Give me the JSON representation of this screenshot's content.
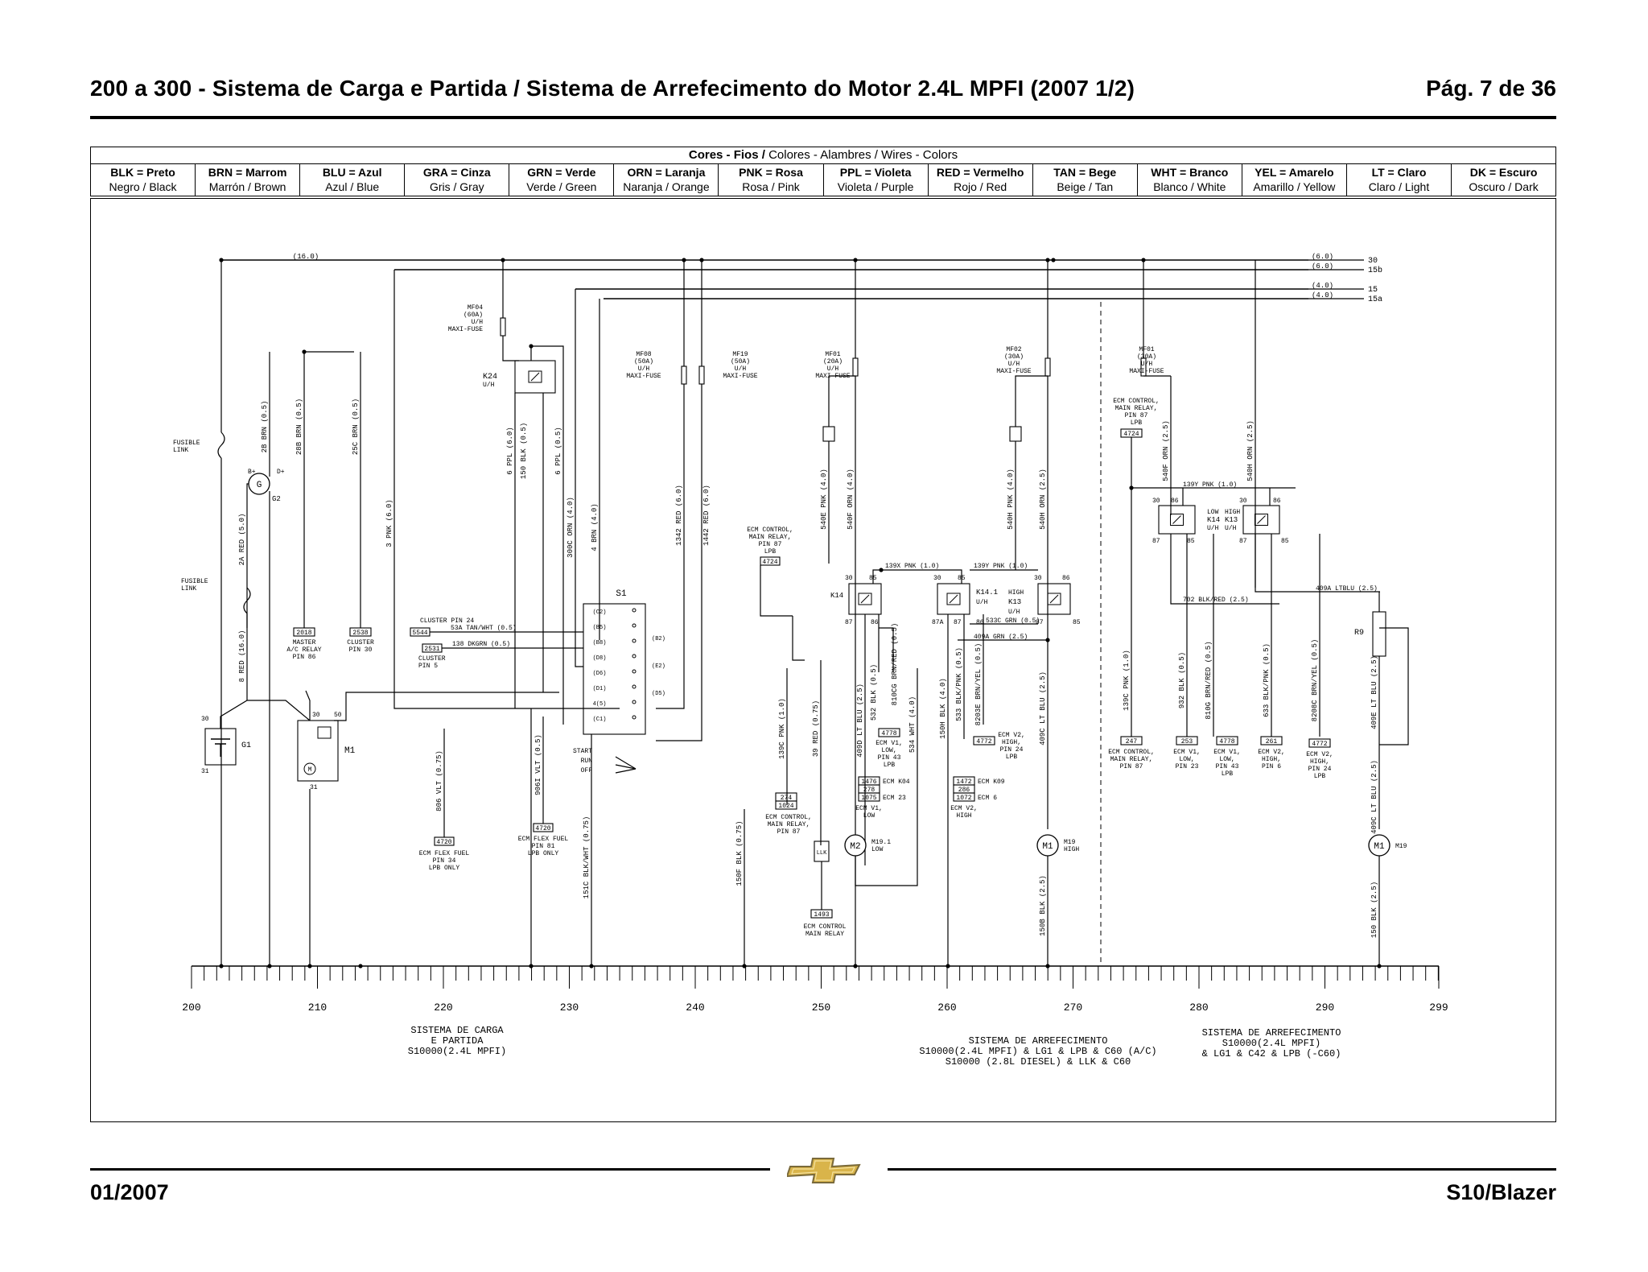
{
  "header": {
    "title": "200 a 300 - Sistema de Carga e Partida / Sistema de Arrefecimento do Motor 2.4L MPFI (2007 1/2)",
    "page": "Pág. 7 de 36"
  },
  "legend": {
    "caption_bold": "Cores - Fios /",
    "caption_rest": " Colores - Alambres / Wires - Colors",
    "colors": [
      {
        "code": "BLK = Preto",
        "alt": "Negro / Black"
      },
      {
        "code": "BRN = Marrom",
        "alt": "Marrón / Brown"
      },
      {
        "code": "BLU = Azul",
        "alt": "Azul / Blue"
      },
      {
        "code": "GRA = Cinza",
        "alt": "Gris / Gray"
      },
      {
        "code": "GRN = Verde",
        "alt": "Verde / Green"
      },
      {
        "code": "ORN = Laranja",
        "alt": "Naranja / Orange"
      },
      {
        "code": "PNK = Rosa",
        "alt": "Rosa / Pink"
      },
      {
        "code": "PPL = Violeta",
        "alt": "Violeta / Purple"
      },
      {
        "code": "RED = Vermelho",
        "alt": "Rojo / Red"
      },
      {
        "code": "TAN = Bege",
        "alt": "Beige / Tan"
      },
      {
        "code": "WHT = Branco",
        "alt": "Blanco / White"
      },
      {
        "code": "YEL = Amarelo",
        "alt": "Amarillo / Yellow"
      },
      {
        "code": "LT = Claro",
        "alt": "Claro / Light"
      },
      {
        "code": "DK = Escuro",
        "alt": "Oscuro / Dark"
      }
    ]
  },
  "diagram": {
    "buses": [
      {
        "label": "30",
        "wire": "(6.0)"
      },
      {
        "label": "15b",
        "wire": "(6.0)"
      },
      {
        "label": "15",
        "wire": "(4.0)"
      },
      {
        "label": "15a",
        "wire": "(4.0)"
      }
    ],
    "top_wire": "(16.0)",
    "fuses": {
      "mf04": [
        "MF04",
        "(60A)",
        "U/H",
        "MAXI-FUSE"
      ],
      "mf08": [
        "MF08",
        "(50A)",
        "U/H",
        "MAXI-FUSE"
      ],
      "mf19": [
        "MF19",
        "(50A)",
        "U/H",
        "MAXI-FUSE"
      ],
      "mf01a": [
        "MF01",
        "(20A)",
        "U/H",
        "MAXI-FUSE"
      ],
      "mf02": [
        "MF02",
        "(30A)",
        "U/H",
        "MAXI-FUSE"
      ],
      "mf01b": [
        "MF01",
        "(30A)",
        "U/H",
        "MAXI-FUSE"
      ]
    },
    "components": {
      "fusible1": [
        "FUSIBLE",
        "LINK"
      ],
      "fusible2": [
        "FUSIBLE",
        "LINK"
      ],
      "g2": "G2",
      "g1": "G1",
      "m1": "M1",
      "k24": [
        "K24",
        "U/H"
      ],
      "s1": "S1",
      "k14": "K14",
      "k14_1": [
        "K14.1",
        "U/H"
      ],
      "k13": [
        "HIGH",
        "K13",
        "U/H"
      ],
      "r9": "R9",
      "m2": [
        "M2",
        "M19.1",
        "LOW"
      ],
      "m1b": [
        "M1",
        "M19",
        "HIGH"
      ],
      "m1c": [
        "M1",
        "M19"
      ],
      "llk": "LLK",
      "switch": [
        "START",
        "RUN",
        "OFF"
      ]
    },
    "wires": [
      "2A RED (5.0)",
      "2B BRN (0.5)",
      "28B BRN (0.5)",
      "25C BRN (0.5)",
      "3 PNK (6.0)",
      "6 PPL (6.0)",
      "150 BLK (0.5)",
      "6 PPL (0.5)",
      "300C ORN (4.0)",
      "4 BRN (4.0)",
      "1342 RED (6.0)",
      "1442 RED (6.0)",
      "540E PNK (4.0)",
      "540F ORN (4.0)",
      "540H PNK (4.0)",
      "540H ORN (2.5)",
      "540F ORN (2.5)",
      "540H ORN (2.5)",
      "8 RED (16.0)",
      "806 VLT (0.75)",
      "906I VLT (0.5)",
      "151C BLK/WHT (0.75)",
      "150F BLK (0.75)",
      "139C PNK (1.0)",
      "39 RED (0.75)",
      "409D LT BLU (2.5)",
      "532 BLK (0.5)",
      "810CG BRN/RED (0.5)",
      "534 WHT (4.0)",
      "150H BLK (4.0)",
      "533 BLK/PNK (0.5)",
      "8203E BRN/YEL (0.5)",
      "409C LT BLU (2.5)",
      "150B BLK (2.5)",
      "139C PNK (1.0)",
      "932 BLK (0.5)",
      "810G BRN/RED (0.5)",
      "633 BLK/PNK (0.5)",
      "8208C BRN/YEL (0.5)",
      "409E LT BLU (2.5)",
      "409C LT BLU (2.5)",
      "150 BLK (2.5)",
      "139X PNK (1.0)",
      "139Y PNK (1.0)",
      "139Y PNK (1.0)",
      "533C GRN (0.5)",
      "409A GRN (2.5)",
      "409A LTBLU (2.5)",
      "702 BLK/RED (2.5)",
      "53A TAN/WHT (0.5)",
      "138 DKGRN (0.5)"
    ],
    "connectors": {
      "c2018": [
        "2018",
        "MASTER",
        "A/C RELAY",
        "PIN 86"
      ],
      "c2538": [
        "2538",
        "CLUSTER",
        "PIN 30"
      ],
      "c5544": [
        "5544",
        "CLUSTER PIN 24"
      ],
      "c2531": [
        "2531",
        "CLUSTER",
        "PIN 5"
      ],
      "c4720a": [
        "4720",
        "ECM FLEX FUEL",
        "PIN 34",
        "LPB ONLY"
      ],
      "c4720b": [
        "4720",
        "ECM FLEX FUEL",
        "PIN 81",
        "LPB ONLY"
      ],
      "c4724a": [
        "4724",
        "ECM CONTROL,",
        "MAIN RELAY,",
        "PIN 87",
        "LPB"
      ],
      "c274": [
        "274",
        "1024",
        "ECM CONTROL,",
        "MAIN RELAY,",
        "PIN 87"
      ],
      "c1493": [
        "1493",
        "ECM CONTROL",
        "MAIN RELAY"
      ],
      "c4778a": [
        "4778",
        "ECM V1,",
        "LOW,",
        "PIN 43",
        "LPB"
      ],
      "c1476": [
        "1476",
        "278",
        "1075",
        "ECM K04",
        "ECM 23",
        "ECM V1,",
        "LOW"
      ],
      "c4772a": [
        "4772",
        "ECM V2,",
        "HIGH,",
        "PIN 24",
        "LPB"
      ],
      "c1472": [
        "1472",
        "286",
        "1072",
        "ECM K09",
        "ECM 6",
        "ECM V2,",
        "HIGH"
      ],
      "c4724b": [
        "4724",
        "ECM CONTROL,",
        "MAIN RELAY,",
        "PIN 87",
        "LPB"
      ],
      "c247": [
        "247",
        "ECM CONTROL,",
        "MAIN RELAY,",
        "PIN 87"
      ],
      "c253": [
        "253",
        "ECM V1,",
        "LOW,",
        "PIN 23"
      ],
      "c4778b": [
        "4778",
        "ECM V1,",
        "LOW,",
        "PIN 43",
        "LPB"
      ],
      "c261": [
        "261",
        "ECM V2,",
        "HIGH,",
        "PIN 6"
      ],
      "c4772b": [
        "4772",
        "ECM V2,",
        "HIGH,",
        "PIN 24",
        "LPB"
      ]
    },
    "scale": {
      "labels": [
        "200",
        "210",
        "220",
        "230",
        "240",
        "250",
        "260",
        "270",
        "280",
        "290",
        "299"
      ]
    },
    "sections": {
      "charge": [
        "SISTEMA DE CARGA",
        "E PARTIDA",
        "S10000(2.4L MPFI)"
      ],
      "cooling1": [
        "SISTEMA DE ARREFECIMENTO",
        "S10000(2.4L MPFI) & LG1 & LPB & C60 (A/C)",
        "S10000 (2.8L DIESEL) & LLK & C60"
      ],
      "cooling2": [
        "SISTEMA DE ARREFECIMENTO",
        "S10000(2.4L MPFI)",
        "& LG1 & C42 & LPB (-C60)"
      ]
    }
  },
  "footer": {
    "date": "01/2007",
    "model": "S10/Blazer"
  },
  "colors": {
    "ink": "#000000",
    "logo_gold": "#d9b44a",
    "logo_edge": "#7a6a3a"
  }
}
